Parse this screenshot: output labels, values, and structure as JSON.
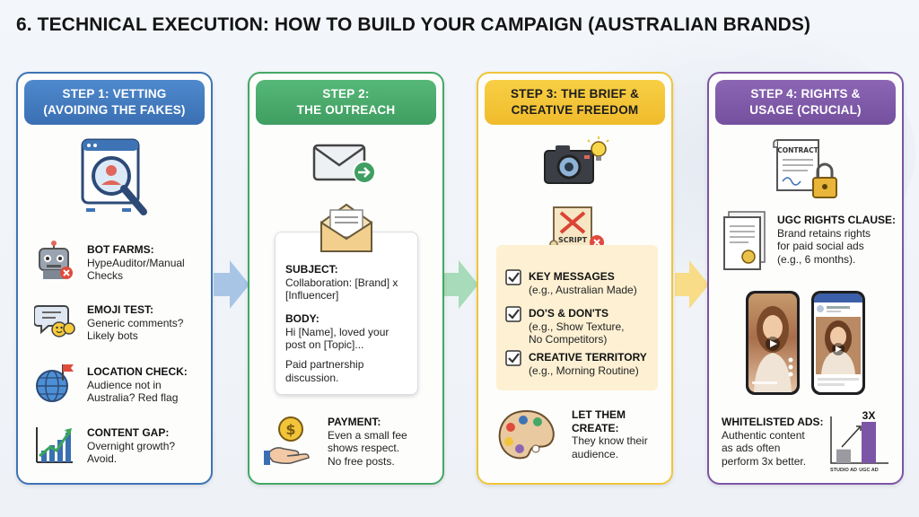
{
  "title": "6. TECHNICAL EXECUTION: HOW TO BUILD YOUR CAMPAIGN (AUSTRALIAN BRANDS)",
  "steps": [
    {
      "header": [
        "STEP 1: VETTING",
        "(AVOIDING THE FAKES)"
      ],
      "icon": "magnifier-profile-icon",
      "items": [
        {
          "icon": "robot-icon",
          "label": "BOT FARMS:",
          "lines": [
            "HypeAuditor/Manual",
            "Checks"
          ]
        },
        {
          "icon": "chat-emoji-icon",
          "label": "EMOJI TEST:",
          "lines": [
            "Generic comments?",
            "Likely bots"
          ]
        },
        {
          "icon": "globe-flag-icon",
          "label": "LOCATION CHECK:",
          "lines": [
            "Audience not in",
            "Australia? Red flag"
          ]
        },
        {
          "icon": "growth-chart-icon",
          "label": "CONTENT GAP:",
          "lines": [
            "Overnight growth?",
            "Avoid."
          ]
        }
      ]
    },
    {
      "header": [
        "STEP 2:",
        "THE OUTREACH"
      ],
      "icon": "email-send-icon",
      "email": {
        "subject_label": "SUBJECT:",
        "subject_lines": [
          "Collaboration: [Brand] x",
          "[Influencer]"
        ],
        "body_label": "BODY:",
        "body_lines": [
          "Hi [Name], loved your",
          "post on [Topic]..."
        ],
        "body_extra": [
          "Paid partnership",
          "discussion."
        ]
      },
      "payment": {
        "icon": "coin-hand-icon",
        "label": "PAYMENT:",
        "lines": [
          "Even a small fee",
          "shows respect.",
          "No free posts."
        ]
      }
    },
    {
      "header": [
        "STEP 3: THE BRIEF &",
        "CREATIVE FREEDOM"
      ],
      "icon": "camera-idea-icon",
      "script_label": "SCRIPT",
      "checks": [
        {
          "label": "KEY MESSAGES",
          "lines": [
            "(e.g., Australian Made)"
          ]
        },
        {
          "label": "DO'S & DON'TS",
          "lines": [
            "(e.g., Show Texture,",
            "No Competitors)"
          ]
        },
        {
          "label": "CREATIVE TERRITORY",
          "lines": [
            "(e.g., Morning Routine)"
          ]
        }
      ],
      "create": {
        "icon": "palette-icon",
        "label": "LET THEM",
        "label2": "CREATE:",
        "lines": [
          "They know their",
          "audience."
        ]
      }
    },
    {
      "header": [
        "STEP 4: RIGHTS &",
        "USAGE (CRUCIAL)"
      ],
      "icon": "contract-lock-icon",
      "contract_label": "CONTRACT",
      "ugc": {
        "label": "UGC RIGHTS CLAUSE:",
        "lines": [
          "Brand retains rights",
          "for paid social ads",
          "(e.g., 6 months)."
        ]
      },
      "whitelist": {
        "label": "WHITELISTED ADS:",
        "lines": [
          "Authentic content",
          "as ads often",
          "perform 3x better."
        ]
      }
    }
  ],
  "chart_data": {
    "type": "bar",
    "categories": [
      "STUDIO AD",
      "UGC AD"
    ],
    "values": [
      1,
      3
    ],
    "annotation": "3X",
    "colors": [
      "#9a9aa0",
      "#7d55a6"
    ]
  },
  "colors": {
    "step1": "#3e74b5",
    "step2": "#43a867",
    "step3": "#f1c43a",
    "step4": "#7d55a6"
  }
}
